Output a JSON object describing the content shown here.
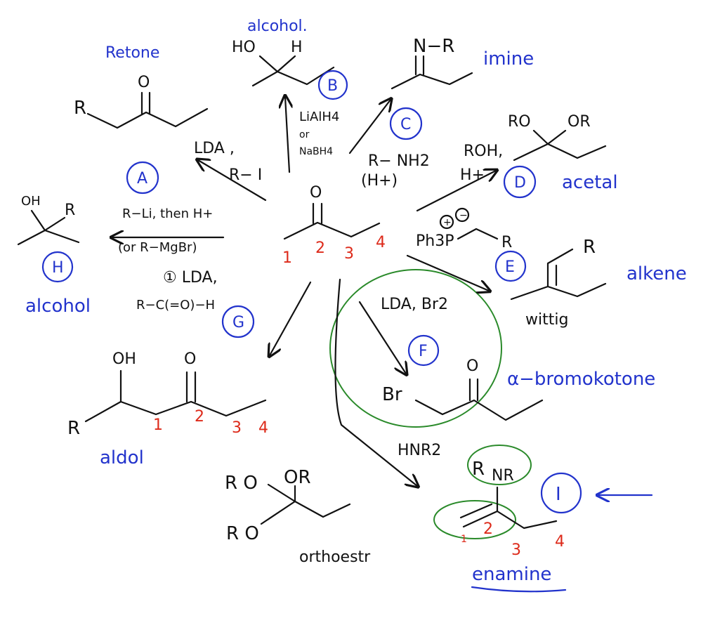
{
  "colors": {
    "black_ink": "#111111",
    "blue_ink": "#2233cc",
    "red_ink": "#dd2a1a",
    "green_ink": "#2a8a2a"
  },
  "center": {
    "oxygen": "O",
    "numbering": [
      "1",
      "2",
      "3",
      "4"
    ]
  },
  "products": {
    "A": {
      "letter": "A",
      "name": "Retone",
      "oxygen": "O",
      "r_group": "R"
    },
    "B": {
      "letter": "B",
      "name": "alcohol.",
      "oh": "HO",
      "h": "H"
    },
    "C": {
      "letter": "C",
      "name": "imine",
      "n_r": "N−R"
    },
    "D": {
      "letter": "D",
      "name": "acetal",
      "ro": "RO",
      "or": "OR"
    },
    "E": {
      "letter": "E",
      "name": "alkene",
      "r_group": "R",
      "note": "wittig"
    },
    "F": {
      "letter": "F",
      "name": "α−bromokotone",
      "oxygen": "O",
      "br": "Br"
    },
    "G": {
      "letter": "G",
      "name": "aldol",
      "oh": "OH",
      "oxygen": "O",
      "r_group": "R",
      "numbering": [
        "1",
        "2",
        "3",
        "4"
      ]
    },
    "H": {
      "letter": "H",
      "name": "alcohol",
      "oh": "OH",
      "r_group": "R"
    },
    "I": {
      "letter": "I",
      "name": "enamine",
      "nr": "NR",
      "r": "R",
      "numbering": [
        "1",
        "2",
        "3",
        "4"
      ]
    }
  },
  "orthoester": {
    "name": "orthoestr",
    "ro_top": "R O",
    "or_top": "OR",
    "ro_bottom": "R O"
  },
  "reagents": {
    "to_A_line1": "LDA ,",
    "to_A_line2": "R− I",
    "to_B_line1": "LiAlH4",
    "to_B_or": "or",
    "to_B_line2": "NaBH4",
    "to_C_line1": "R− NH2",
    "to_C_line2": "(H+)",
    "to_D_line1": "ROH,",
    "to_D_line2": "H+",
    "to_E_ylide_plus": "+",
    "to_E_ylide_minus": "−",
    "to_E_ylide": "Ph3P",
    "to_E_r": "R",
    "to_H_line1": "R−Li, then H+",
    "to_H_line2": "(or R−MgBr)",
    "to_G_line1": "① LDA,",
    "to_G_line2": "R−C(=O)−H",
    "to_F": "LDA, Br2",
    "to_I": "HNR2"
  }
}
